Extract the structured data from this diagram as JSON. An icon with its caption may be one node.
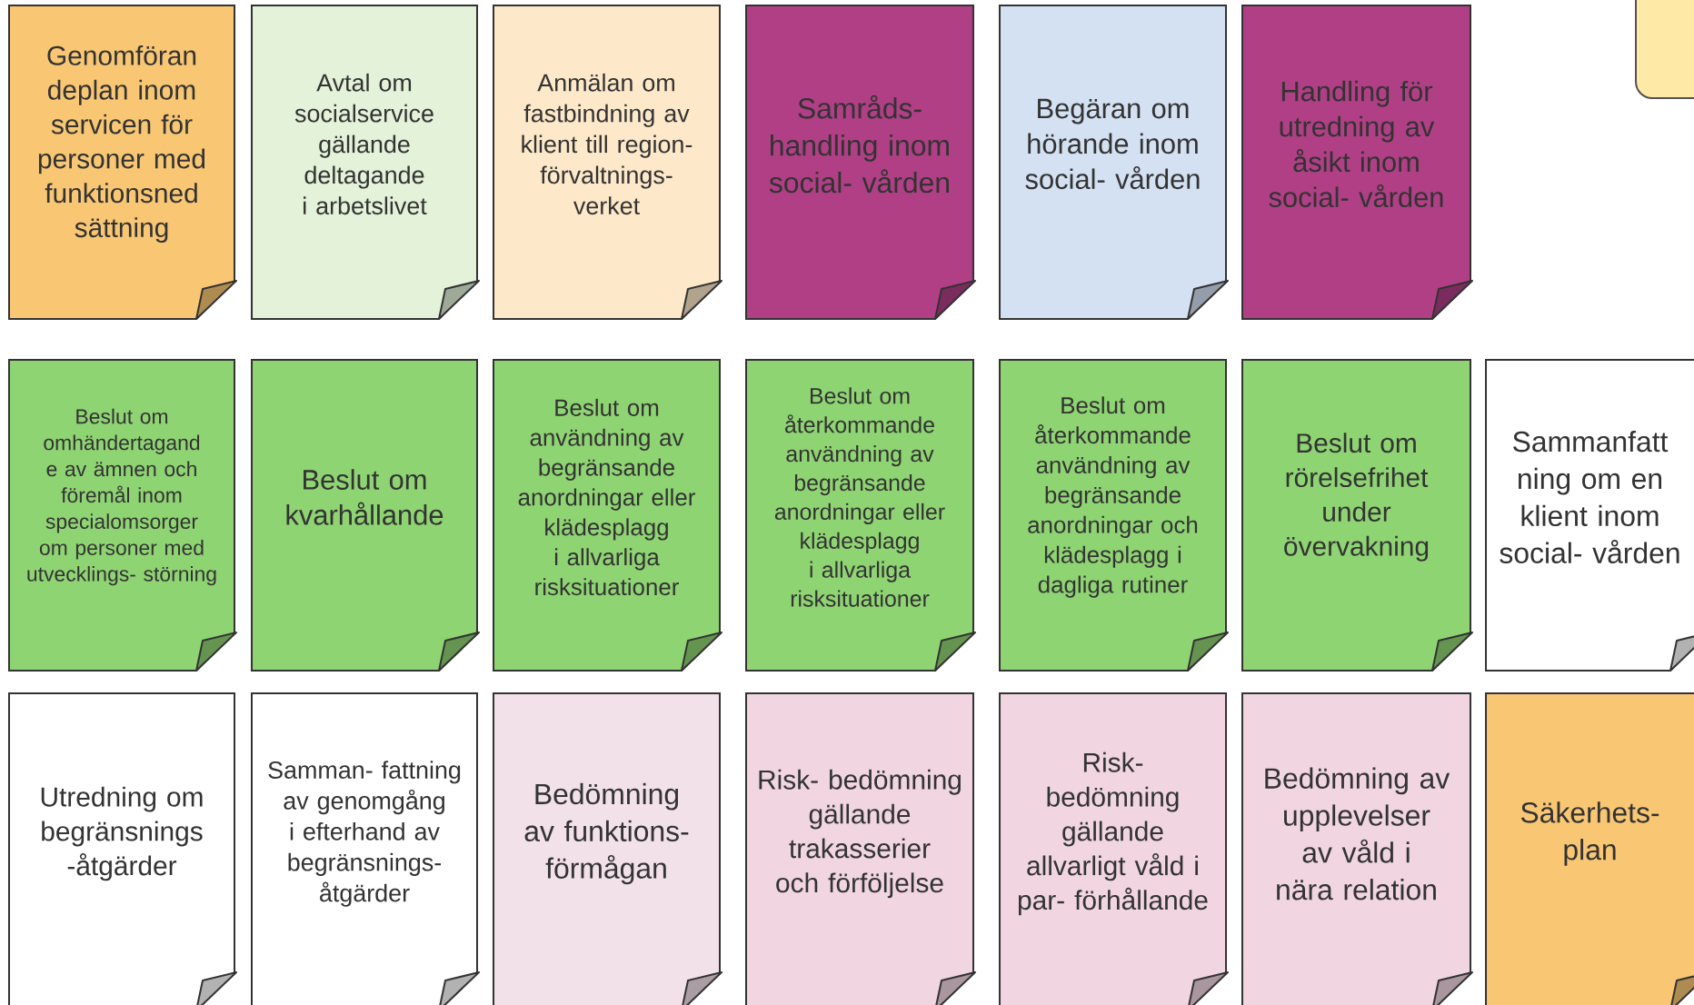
{
  "diagram": {
    "nodes": [
      {
        "text": [
          "Genomföran deplan inom servicen för personer med funktionsned sättning"
        ]
      },
      {
        "text": [
          "Avtal om socialservice gällande deltagande i arbetslivet"
        ]
      },
      {
        "text": [
          "Anmälan om fastbindning av klient till region- förvaltnings- verket"
        ]
      },
      {
        "text": [
          "Samråds- handling inom social- vården"
        ]
      },
      {
        "text": [
          "Begäran om hörande inom social- vården"
        ]
      },
      {
        "text": [
          "Handling för utredning av åsikt inom social- vården"
        ]
      },
      {
        "text": [],
        "shape": "box"
      },
      {
        "text": [
          "Beslut om omhändertagand e av ämnen och föremål inom specialomsorger om personer med utvecklings- störning"
        ]
      },
      {
        "text": [
          "Beslut om kvarhållande"
        ]
      },
      {
        "text": [
          "Beslut om användning av begränsande anordningar eller klädesplagg i allvarliga risksituationer"
        ]
      },
      {
        "text": [
          "Beslut om återkommande användning av begränsande anordningar eller klädesplagg i allvarliga risksituationer"
        ]
      },
      {
        "text": [
          "Beslut om återkommande användning av begränsande anordningar och klädesplagg i dagliga rutiner"
        ]
      },
      {
        "text": [
          "Beslut om rörelsefrihet under övervakning"
        ]
      },
      {
        "text": [
          "Sammanfatt ning om en klient inom social- vården"
        ]
      },
      {
        "text": [
          "Utredning om begränsnings -åtgärder"
        ]
      },
      {
        "text": [
          "Samman- fattning av genomgång i efterhand av begränsnings- åtgärder"
        ]
      },
      {
        "text": [
          "Bedömning av funktions- förmågan"
        ]
      },
      {
        "text": [
          "Risk- bedömning gällande trakasserier och förföljelse"
        ]
      },
      {
        "text": [
          "Risk- bedömning gällande allvarligt våld i par- förhållande"
        ]
      },
      {
        "text": [
          "Bedömning av upplevelser av våld i nära relation"
        ]
      },
      {
        "text": [
          "Säkerhets- plan"
        ]
      }
    ]
  }
}
